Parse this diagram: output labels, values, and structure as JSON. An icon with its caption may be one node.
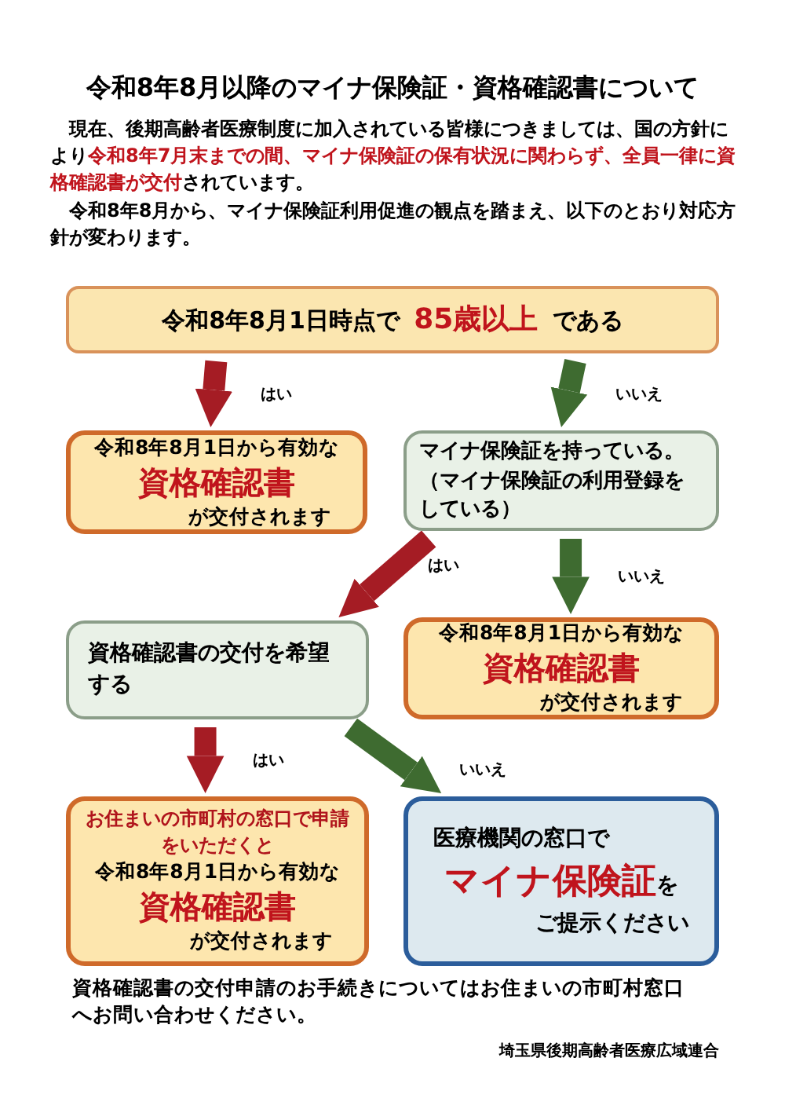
{
  "diagram": {
    "title": "令和8年8月以降のマイナ保険証・資格確認書について",
    "nodes": [
      {
        "text": [
          "令和8年8月1日時点で **85歳以上** である"
        ]
      },
      {
        "text": [
          "令和8年8月1日から有効な",
          "資格確認書",
          "が交付されます"
        ]
      },
      {
        "text": [
          "マイナ保険証を持っている。",
          "（マイナ保険証の利用登録をしている）"
        ]
      },
      {
        "text": [
          "資格確認書の交付を希望する"
        ]
      },
      {
        "text": [
          "令和8年8月1日から有効な",
          "資格確認書",
          "が交付されます"
        ]
      },
      {
        "text": [
          "お住まいの市町村の窓口で申請をいただくと",
          "令和8年8月1日から有効な",
          "資格確認書",
          "が交付されます"
        ]
      },
      {
        "text": [
          "医療機関の窓口で",
          "**マイナ保険証**を",
          "ご提示ください"
        ]
      }
    ],
    "edges": [
      {
        "from": 0,
        "to": 1,
        "arrow": "to",
        "label": "はい",
        "color": "#a51c24"
      },
      {
        "from": 0,
        "to": 2,
        "arrow": "to",
        "label": "いいえ",
        "color": "#3e6b30"
      },
      {
        "from": 2,
        "to": 3,
        "arrow": "to",
        "label": "はい",
        "color": "#a51c24"
      },
      {
        "from": 2,
        "to": 4,
        "arrow": "to",
        "label": "いいえ",
        "color": "#3e6b30"
      },
      {
        "from": 3,
        "to": 5,
        "arrow": "to",
        "label": "はい",
        "color": "#a51c24"
      },
      {
        "from": 3,
        "to": 6,
        "arrow": "to",
        "label": "いいえ",
        "color": "#3e6b30"
      }
    ],
    "labels": [
      "現在、後期高齢者医療制度に加入されている皆様につきましては、国の方針により**令和8年7月末までの間、マイナ保険証の保有状況に関わらず、全員一律に資格確認書が交付**されています。",
      "令和8年8月から、マイナ保険証利用促進の観点を踏まえ、以下のとおり対応方針が変わります。",
      "資格確認書の交付申請のお手続きについてはお住まいの市町村窓口へお問い合わせください。",
      "埼玉県後期高齢者医療広域連合"
    ]
  }
}
